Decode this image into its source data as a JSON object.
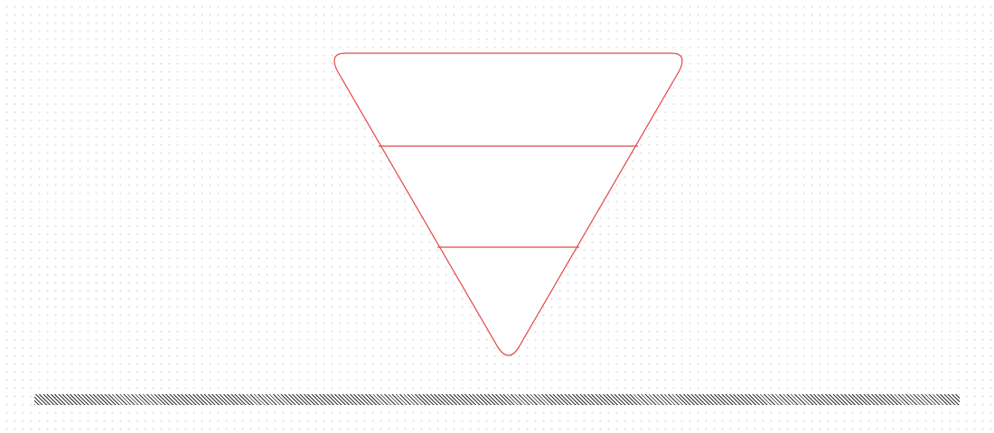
{
  "diagram": {
    "type": "inverted-pyramid",
    "tier_count": 3,
    "stroke_color": "#e04848",
    "fill_color": "#ffffff"
  },
  "footer": {
    "pattern": "diagonal-hatch",
    "color": "#333333"
  }
}
